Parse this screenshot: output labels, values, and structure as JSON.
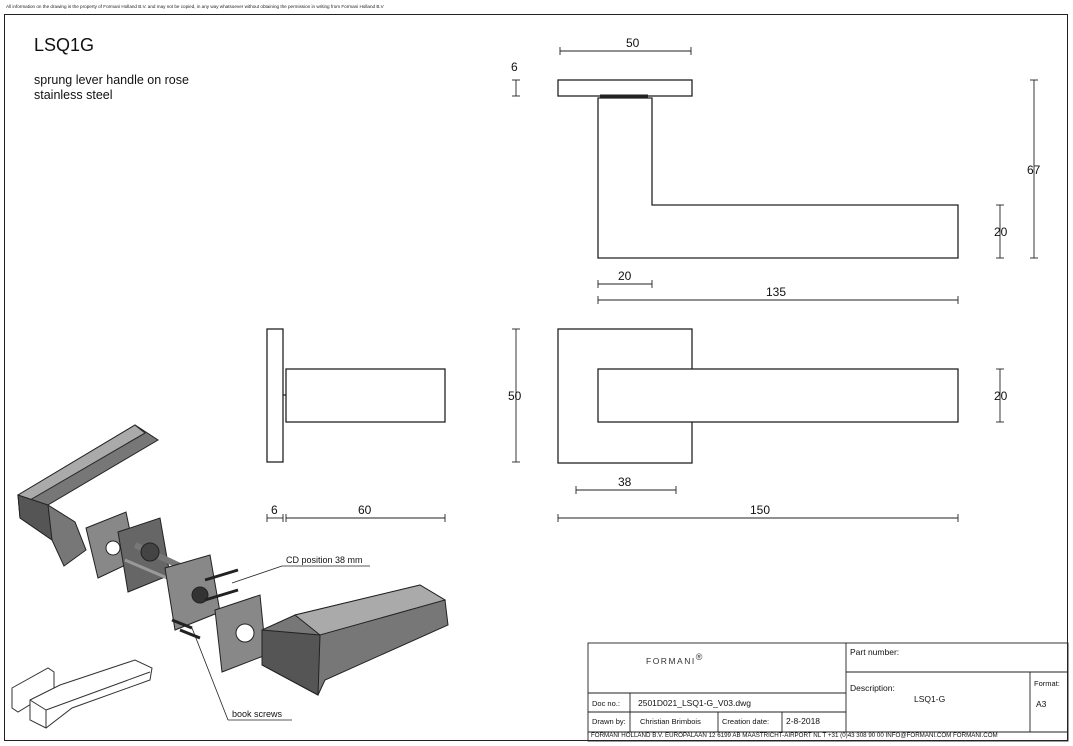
{
  "disclaimer": "All information on the drawing is the property of Formani Holland B.V. and may not be copied, in any way whatsoever without obtaining the permission in writing from Formani Holland B.V",
  "header": {
    "title": "LSQ1G",
    "description_line1": "sprung lever handle on rose",
    "description_line2": "stainless steel"
  },
  "dimensions": {
    "top_rose_width": "50",
    "top_rose_thickness": "6",
    "top_total_height": "67",
    "top_lever_height": "20",
    "top_neck_width": "20",
    "top_lever_length": "135",
    "side_rose_thickness": "6",
    "side_lever_length": "60",
    "front_rose_height": "50",
    "front_lever_height": "20",
    "front_offset": "38",
    "front_total_length": "150"
  },
  "annotations": {
    "cd_position": "CD position 38 mm",
    "book_screws": "book screws"
  },
  "title_block": {
    "brand": "FORMANI",
    "registered": "®",
    "part_number_label": "Part number:",
    "description_label": "Description:",
    "description_value": "LSQ1-G",
    "format_label": "Format:",
    "format_value": "A3",
    "doc_no_label": "Doc no.:",
    "doc_no_value": "2501D021_LSQ1-G_V03.dwg",
    "drawn_by_label": "Drawn by:",
    "drawn_by_value": "Christian Brimbois",
    "creation_date_label": "Creation date:",
    "creation_date_value": "2-8-2018",
    "footer": "FORMANI HOLLAND B.V.  EUROPALAAN 12  6199 AB MAASTRICHT-AIRPORT NL  T +31 (0)43 308 90 00 INFO@FORMANI.COM FORMANI.COM"
  }
}
